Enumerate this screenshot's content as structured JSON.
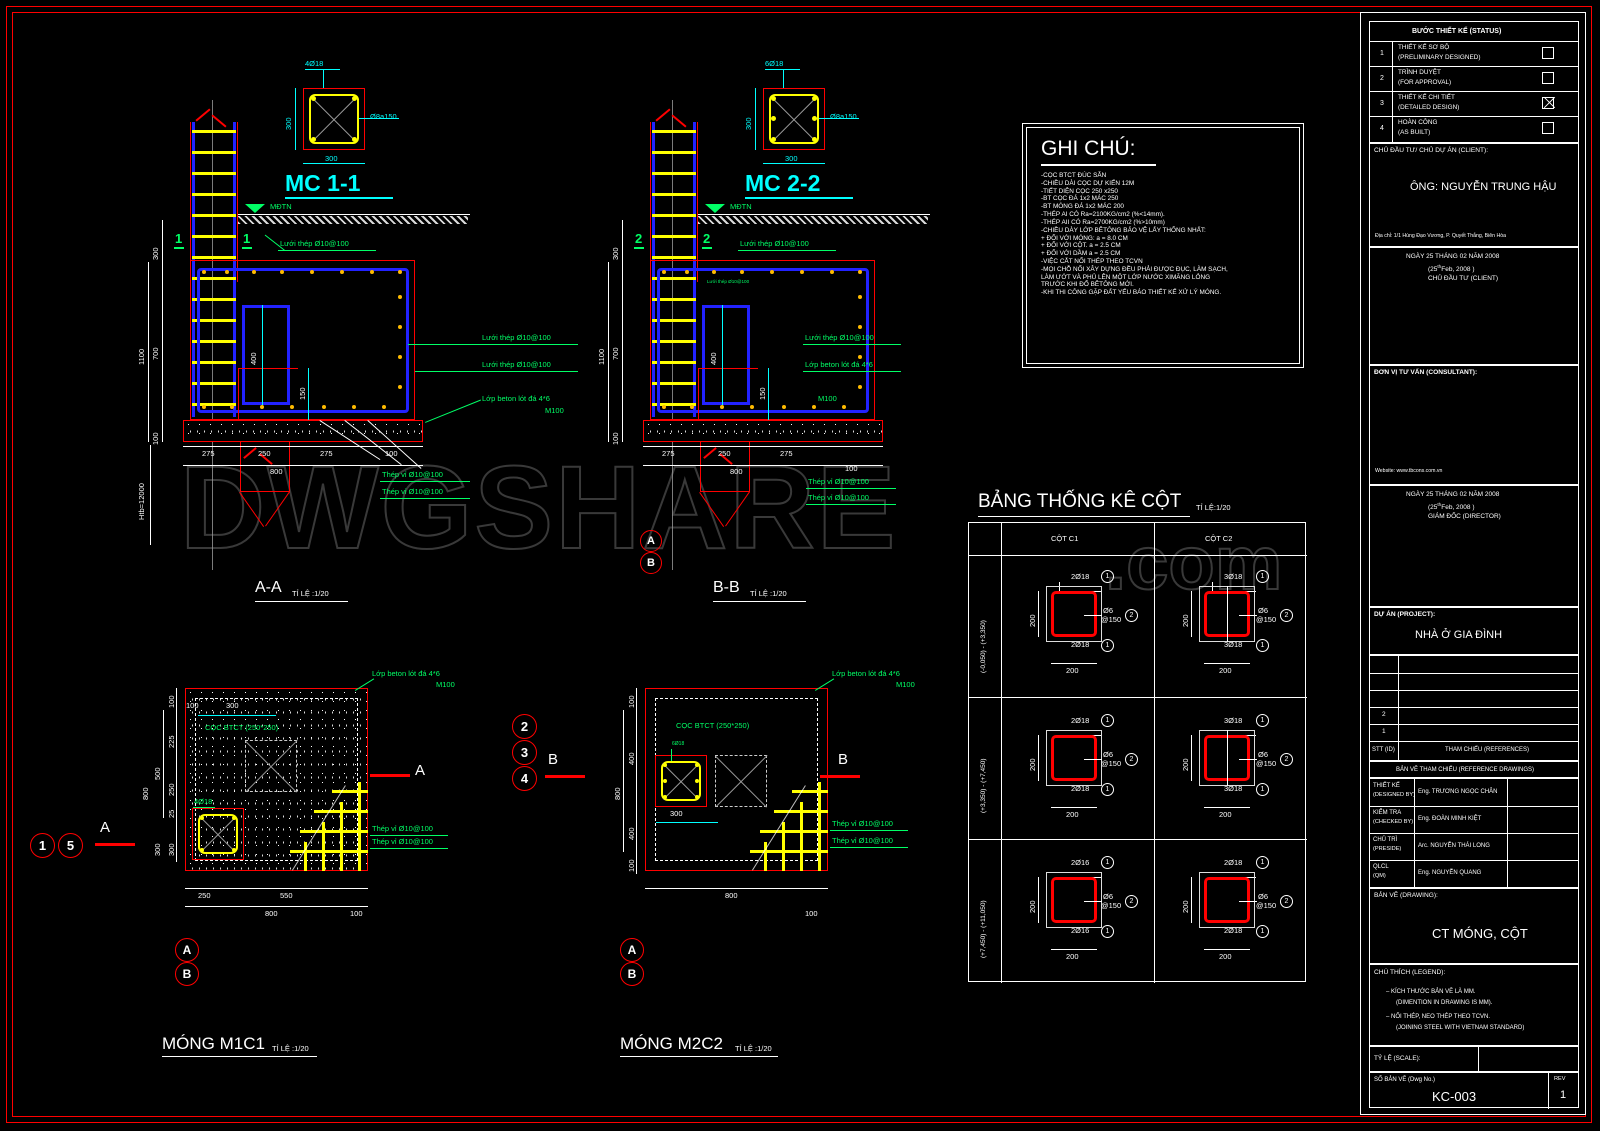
{
  "drawing": {
    "title": "CT MÓNG, CỘT",
    "number": "KC-003",
    "rev": "1",
    "watermark": "DWGSHARE",
    "watermark_suffix": ".com"
  },
  "sections": {
    "mc11": {
      "label": "MC 1-1",
      "rebar": "4Ø18",
      "stirrup": "Ø8a150",
      "dim_h": "300",
      "dim_w": "300",
      "ground": "MĐTN"
    },
    "mc22": {
      "label": "MC 2-2",
      "rebar": "6Ø18",
      "stirrup": "Ø8a150",
      "dim_h": "300",
      "dim_w": "300",
      "ground": "MĐTN"
    },
    "aa": {
      "title": "A-A",
      "scale": "TỈ LỆ :1/20",
      "marks": [
        "1",
        "1"
      ],
      "ground": "MĐTN",
      "dims_v": [
        "300",
        "700",
        "100",
        "1100"
      ],
      "dims_h": [
        "275",
        "250",
        "275",
        "100",
        "800"
      ],
      "inner_dims": [
        "400",
        "150"
      ],
      "pile_depth": "Htb=12000",
      "labels": [
        "Lưới thép Ø10@100",
        "Lưới thép Ø10@100",
        "Lưới thép Ø10@100",
        "Lớp beton lót đá 4*6",
        "M100",
        "Thép vỉ Ø10@100",
        "Thép vỉ Ø10@100"
      ],
      "grid_bubbles": [
        "A",
        "B"
      ]
    },
    "bb": {
      "title": "B-B",
      "scale": "TỈ LỆ :1/20",
      "marks": [
        "2",
        "2"
      ],
      "ground": "MĐTN",
      "dims_v": [
        "300",
        "700",
        "100",
        "1100"
      ],
      "dims_h": [
        "275",
        "250",
        "275",
        "100",
        "800"
      ],
      "inner_dims": [
        "400",
        "150"
      ],
      "labels": [
        "Lưới thép Ø10@100",
        "Lưới thép Ø10@100",
        "Lưới thép Ø10@100",
        "Lớp beton lót đá 4*6",
        "M100",
        "Thép vỉ Ø10@100",
        "Thép vỉ Ø10@100"
      ],
      "grid_bubbles": [
        "A",
        "B"
      ]
    }
  },
  "plans": {
    "m1c1": {
      "title": "MÓNG M1C1",
      "scale": "TỈ LỆ :1/20",
      "pile_label": "CỌC BTCT (250*250)",
      "col_rebar": "4Ø18",
      "blinding": "Lớp beton lót đá 4*6",
      "blinding2": "M100",
      "mesh1": "Thép vỉ Ø10@100",
      "mesh2": "Thép vỉ Ø10@100",
      "section_mark": "A",
      "dims_left": [
        "100",
        "225",
        "500",
        "250",
        "25",
        "300",
        "300",
        "800"
      ],
      "dims_bottom": [
        "250",
        "550",
        "800",
        "100"
      ],
      "dims_top": [
        "100",
        "300"
      ],
      "grid_bubbles": [
        "1",
        "5",
        "A",
        "B"
      ]
    },
    "m2c2": {
      "title": "MÓNG M2C2",
      "scale": "TỈ LỆ :1/20",
      "pile_label": "CỌC BTCT (250*250)",
      "col_rebar": "6Ø18",
      "blinding": "Lớp beton lót đá 4*6",
      "blinding2": "M100",
      "mesh1": "Thép vỉ Ø10@100",
      "mesh2": "Thép vỉ Ø10@100",
      "section_mark": "B",
      "dims_left": [
        "100",
        "400",
        "800",
        "400",
        "100"
      ],
      "dims_bottom": [
        "800",
        "100"
      ],
      "dims_inner": [
        "300"
      ],
      "grid_bubbles": [
        "2",
        "3",
        "4",
        "A",
        "B"
      ]
    }
  },
  "notes": {
    "title": "GHI CHÚ:",
    "lines": [
      "-CỌC BTCT ĐÚC SẴN",
      "-CHIỀU DÀI CỌC DỰ KIẾN 12M",
      "-TIẾT DIỆN CỌC 250 x250",
      "-BT CỌC ĐÁ 1x2 MÁC 250",
      "-BT MÓNG ĐÁ 1x2 MÁC 200",
      "-THÉP AI CÓ Ra=2100KG/cm2 (%<14mm).",
      "-THÉP AII CÓ Ra=2700KG/cm2 (%>10mm)",
      "-CHIỀU DÀY LỚP BÊTÔNG BẢO VỆ LẤY THỐNG NHẤT:",
      "     + ĐỐI VỚI MÓNG:  a = 8.0 CM",
      "     + ĐỐI VỚI CỘT.      a = 2.5 CM",
      "     + ĐỐI VỚI DẦM      a = 2.5 CM",
      "-VIỆC CẮT NỐI THÉP THEO TCVN",
      "-MỌI CHỖ NỐI XÂY DỰNG ĐỀU PHẢI ĐƯỢC ĐỤC, LÀM SẠCH,",
      " LÀM ƯỚT VÀ PHỦ LÊN MỘT LỚP NƯỚC XIMĂNG LỎNG",
      " TRƯỚC KHI ĐỔ BÊTÔNG MỚI.",
      "-KHI THI CÔNG GẶP ĐẤT YẾU BÁO THIẾT KẾ XỬ LÝ MÓNG."
    ]
  },
  "schedule": {
    "title": "BẢNG THỐNG KÊ CỘT",
    "scale": "TỈ LỆ:1/20",
    "columns": [
      "CỘT C1",
      "CỘT C2"
    ],
    "levels": [
      "(-0,050) - (+3,350)",
      "(+3,350) - (+7,450)",
      "(+7,450) - (+11,050)"
    ],
    "cells": [
      [
        {
          "top": "2Ø18",
          "top_tag": "1",
          "mid": "Ø6",
          "mid2": "@150",
          "mid_tag": "2",
          "bot": "2Ø18",
          "bot_tag": "1",
          "dim_v": "200",
          "dim_h": "200"
        },
        {
          "top": "3Ø18",
          "top_tag": "1",
          "mid": "Ø6",
          "mid2": "@150",
          "mid_tag": "2",
          "bot": "3Ø18",
          "bot_tag": "1",
          "dim_v": "200",
          "dim_h": "200"
        }
      ],
      [
        {
          "top": "2Ø18",
          "top_tag": "1",
          "mid": "Ø6",
          "mid2": "@150",
          "mid_tag": "2",
          "bot": "2Ø18",
          "bot_tag": "1",
          "dim_v": "200",
          "dim_h": "200"
        },
        {
          "top": "3Ø18",
          "top_tag": "1",
          "mid": "Ø6",
          "mid2": "@150",
          "mid_tag": "2",
          "bot": "3Ø18",
          "bot_tag": "1",
          "dim_v": "200",
          "dim_h": "200"
        }
      ],
      [
        {
          "top": "2Ø16",
          "top_tag": "1",
          "mid": "Ø6",
          "mid2": "@150",
          "mid_tag": "2",
          "bot": "2Ø16",
          "bot_tag": "1",
          "dim_v": "200",
          "dim_h": "200"
        },
        {
          "top": "2Ø18",
          "top_tag": "1",
          "mid": "Ø6",
          "mid2": "@150",
          "mid_tag": "2",
          "bot": "2Ø18",
          "bot_tag": "1",
          "dim_v": "200",
          "dim_h": "200"
        }
      ]
    ]
  },
  "titleblock": {
    "status": {
      "header": "BƯỚC THIẾT KẾ (STATUS)",
      "rows": [
        {
          "no": "1",
          "vi": "THIẾT KẾ SƠ BỘ",
          "en": "(PRELIMINARY DESIGNED)",
          "checked": false
        },
        {
          "no": "2",
          "vi": "TRÌNH DUYỆT",
          "en": "(FOR APPROVAL)",
          "checked": false
        },
        {
          "no": "3",
          "vi": "THIẾT KẾ CHI TIẾT",
          "en": "(DETAILED DESIGN)",
          "checked": true
        },
        {
          "no": "4",
          "vi": "HOÀN CÔNG",
          "en": "(AS BUILT)",
          "checked": false
        }
      ]
    },
    "client": {
      "header": "CHỦ ĐẦU TƯ/ CHỦ DỰ ÁN (CLIENT):",
      "name": "ÔNG: NGUYỄN TRUNG HẬU",
      "address": "Địa chỉ: 1/1 Hùng Đạo Vương, P. Quyết Thắng, Biên Hòa",
      "sign_date1": "NGÀY 25 THÁNG 02 NĂM 2008",
      "sign_date2": "(25",
      "sign_date2_sup": "th",
      "sign_date2_end": "Feb, 2008 )",
      "sign_role": "CHỦ ĐẦU TƯ (CLIENT)"
    },
    "consultant": {
      "header": "ĐƠN VỊ TƯ VẤN (CONSULTANT):",
      "website": "Website: www.tbcons.com.vn",
      "sign_date1": "NGÀY 25 THÁNG 02 NĂM 2008",
      "sign_date2": "(25",
      "sign_date2_sup": "th",
      "sign_date2_end": "Feb, 2008 )",
      "sign_role": "GIÁM ĐỐC (DIRECTOR)"
    },
    "project": {
      "header": "DỰ ÁN (PROJECT):",
      "name": "NHÀ Ở GIA ĐÌNH"
    },
    "references": {
      "rows": [
        "",
        "",
        "",
        "2",
        "1"
      ],
      "id_header": "STT (ID)",
      "ref_header": "THAM CHIẾU  (REFERENCES)",
      "section_header": "BẢN VẼ THAM CHIẾU (REFERENCE DRAWINGS)"
    },
    "signatures": [
      {
        "role_vi": "THIẾT KẾ",
        "role_en": "(DESIGNED BY)",
        "name": "Eng. TRƯƠNG NGỌC CHÂN"
      },
      {
        "role_vi": "KIỂM TRA",
        "role_en": "(CHECKED BY)",
        "name": "Eng. ĐOÀN MINH KIỆT"
      },
      {
        "role_vi": "CHỦ TRÌ",
        "role_en": "(PRESIDE)",
        "name": "Arc. NGUYỄN THÁI LONG"
      },
      {
        "role_vi": "QLCL",
        "role_en": "(QM)",
        "name": "Eng. NGUYỄN QUANG"
      }
    ],
    "drawing": {
      "header": "BẢN VẼ (DRAWING):",
      "name": "CT MÓNG, CỘT"
    },
    "legend": {
      "header": "CHÚ THÍCH (LEGEND):",
      "l1": "–  KÍCH THƯỚC BẢN VẼ LÀ MM.",
      "l2": "(DIMENTION IN DRAWING IS MM).",
      "l3": "–  NỐI THÉP, NEO THÉP THEO TCVN.",
      "l4": "(JOINING STEEL WITH VIETNAM STANDARD)"
    },
    "scale_label": "TỶ LỆ (SCALE):",
    "dwgno_label": "SỐ BẢN VẼ (Dwg No.)",
    "rev_label": "REV"
  },
  "colors": {
    "concrete": "#ff0000",
    "rebar_yellow": "#ffff00",
    "rebar_blue": "#2222ff",
    "text_cyan": "#00ffff",
    "text_green": "#00ff66",
    "border": "#ff0000"
  }
}
